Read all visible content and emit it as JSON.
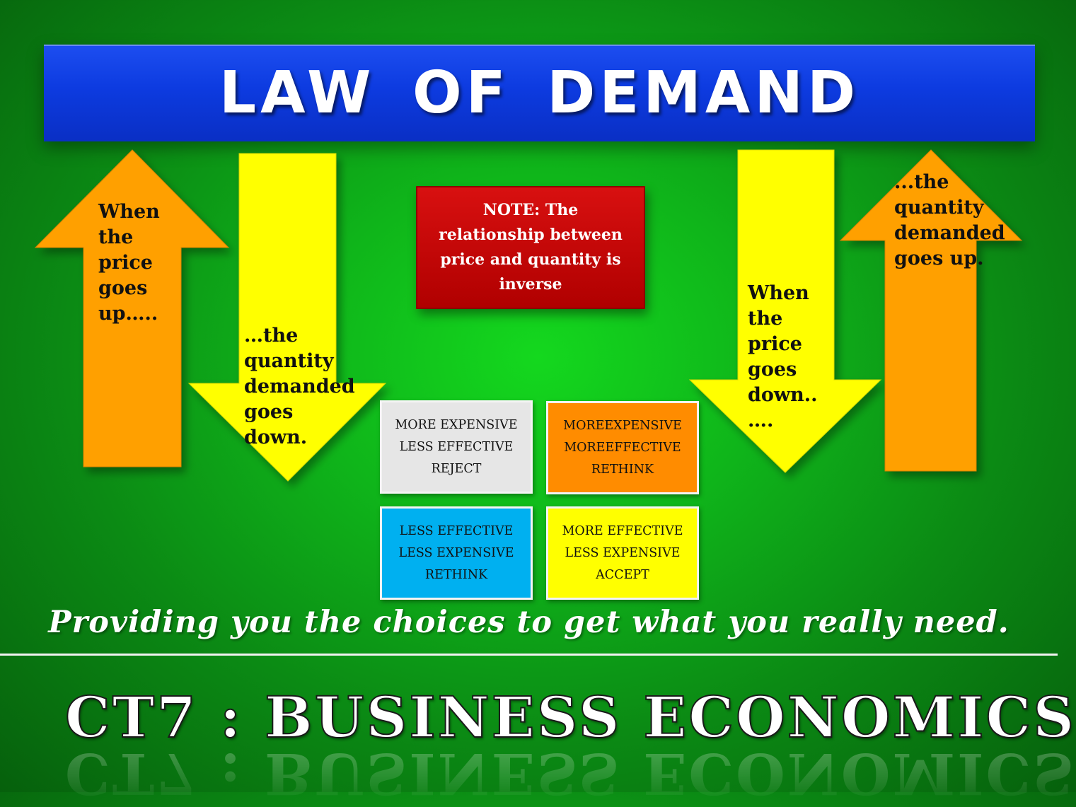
{
  "title": "LAW OF DEMAND",
  "arrows": [
    {
      "direction": "up",
      "color": "#ffa000",
      "text": "When\nthe\nprice\ngoes\nup….."
    },
    {
      "direction": "down",
      "color": "#ffff00",
      "text": "…the\nquantity\ndemanded\ngoes\ndown."
    },
    {
      "direction": "down",
      "color": "#ffff00",
      "text": "When\nthe\nprice\ngoes\ndown..\n…."
    },
    {
      "direction": "up",
      "color": "#ffa000",
      "text": "...the\nquantity\ndemanded\ngoes up."
    }
  ],
  "note": "NOTE: The relationship between price and quantity is inverse",
  "matrix": [
    {
      "color": "#e6e6e6",
      "lines": [
        "MORE EXPENSIVE",
        "LESS EFFECTIVE",
        "REJECT"
      ]
    },
    {
      "color": "#ff8c00",
      "lines": [
        "MOREEXPENSIVE",
        "MOREEFFECTIVE",
        "RETHINK"
      ]
    },
    {
      "color": "#00b0f0",
      "lines": [
        "LESS EFFECTIVE",
        "LESS EXPENSIVE",
        "RETHINK"
      ]
    },
    {
      "color": "#ffff00",
      "lines": [
        "MORE EFFECTIVE",
        "LESS EXPENSIVE",
        "ACCEPT"
      ]
    }
  ],
  "tagline": "Providing you the choices to get what you really need.",
  "course": "CT7 : BUSINESS ECONOMICS"
}
